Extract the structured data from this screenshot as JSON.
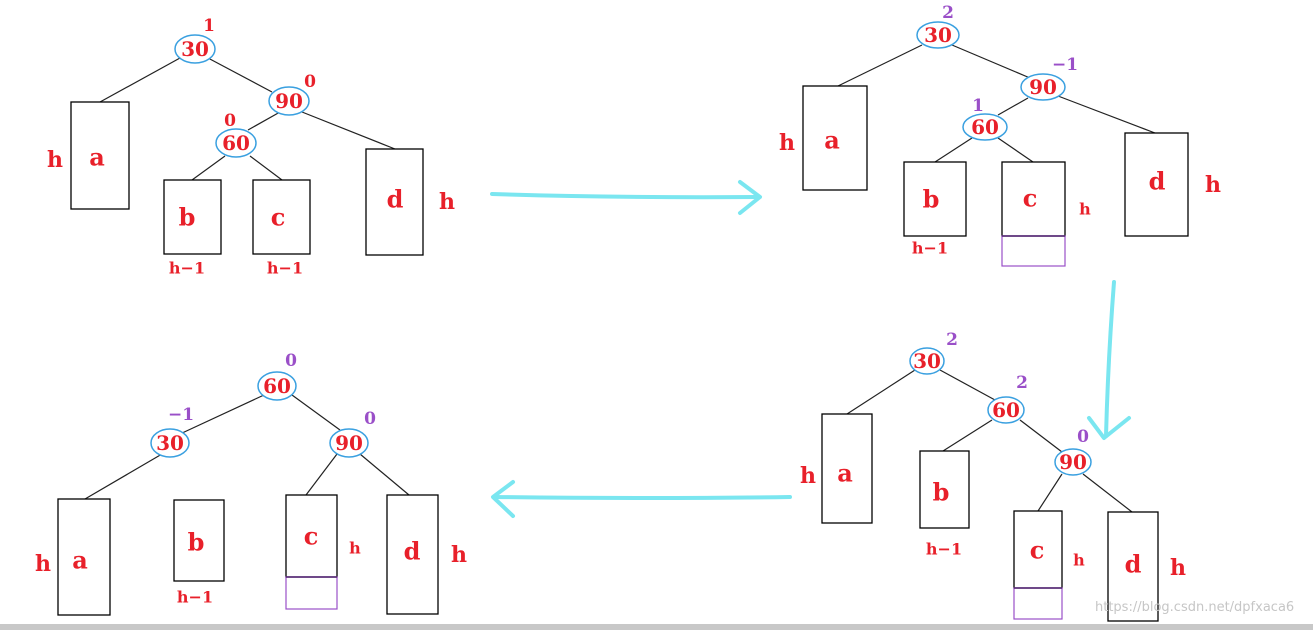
{
  "colors": {
    "node_text": "#e8202a",
    "node_ring": "#3aa0e0",
    "purple": "#9a4fc8",
    "arrow": "#7ae6f0"
  },
  "watermark": "https://blog.csdn.net/dpfxaca6",
  "panels": {
    "p1": {
      "nodes": {
        "n30": "30",
        "n90": "90",
        "n60": "60"
      },
      "bal": {
        "n30": "1",
        "n90": "0",
        "n60": "0"
      },
      "subtrees": {
        "a": "a",
        "b": "b",
        "c": "c",
        "d": "d"
      },
      "heights": {
        "a": "h",
        "b": "h−1",
        "c": "h−1",
        "d": "h"
      }
    },
    "p2": {
      "nodes": {
        "n30": "30",
        "n90": "90",
        "n60": "60"
      },
      "bal": {
        "n30": "2",
        "n90": "−1",
        "n60": "1"
      },
      "subtrees": {
        "a": "a",
        "b": "b",
        "c": "c",
        "d": "d"
      },
      "heights": {
        "a": "h",
        "b": "h−1",
        "c": "h",
        "d": "h"
      }
    },
    "p3": {
      "nodes": {
        "n30": "30",
        "n60": "60",
        "n90": "90"
      },
      "bal": {
        "n30": "2",
        "n60": "2",
        "n90": "0"
      },
      "subtrees": {
        "a": "a",
        "b": "b",
        "c": "c",
        "d": "d"
      },
      "heights": {
        "a": "h",
        "b": "h−1",
        "c": "h",
        "d": "h"
      }
    },
    "p4": {
      "nodes": {
        "n60": "60",
        "n30": "30",
        "n90": "90"
      },
      "bal": {
        "n60": "0",
        "n30": "−1",
        "n90": "0"
      },
      "subtrees": {
        "a": "a",
        "b": "b",
        "c": "c",
        "d": "d"
      },
      "heights": {
        "a": "h",
        "b": "h−1",
        "c": "h",
        "d": "h"
      }
    }
  }
}
